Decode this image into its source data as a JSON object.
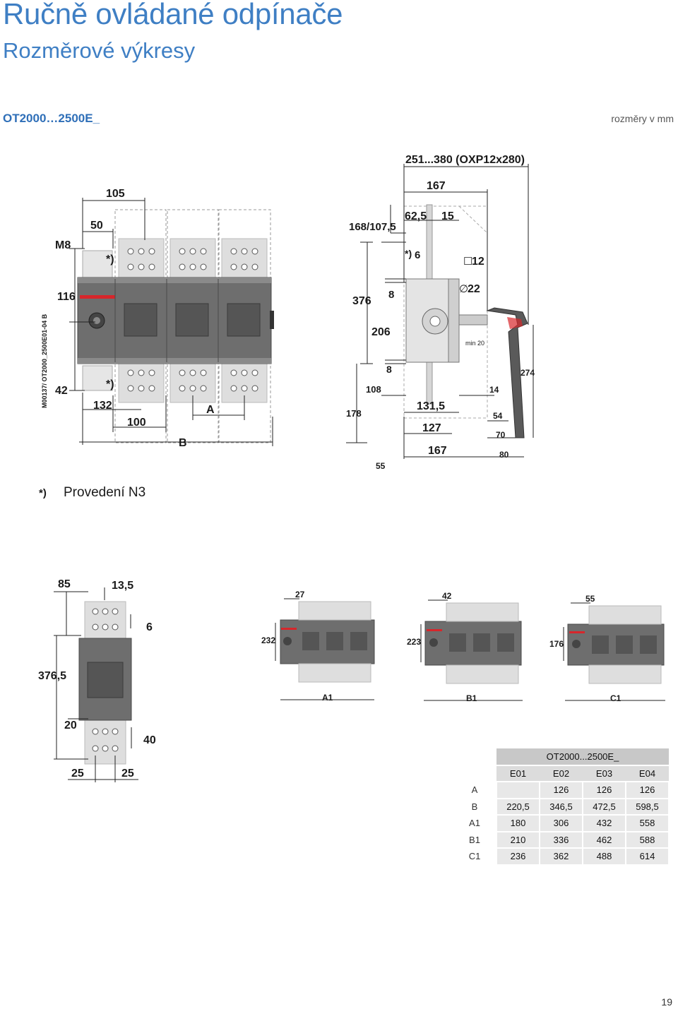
{
  "header": {
    "title": "Ručně ovládané odpínače",
    "subtitle": "Rozměrové výkresy",
    "model": "OT2000…2500E_",
    "units": "rozměry v mm"
  },
  "front_view": {
    "dims": [
      "105",
      "50",
      "M8",
      "116",
      "42",
      "132",
      "100",
      "A",
      "B"
    ],
    "note_marker": "*)",
    "side_code": "M00137/ OT2000_2500E01-04 B"
  },
  "side_view": {
    "dims": [
      "251...380 (OXP12x280)",
      "167",
      "168/107,5",
      "62,5",
      "15",
      "6",
      "12",
      "376",
      "8",
      "22",
      "206",
      "min 20",
      "8",
      "274",
      "108",
      "14",
      "178",
      "131,5",
      "54",
      "127",
      "70",
      "167",
      "80",
      "55"
    ],
    "note_marker": "*)",
    "symbol_square": "☐",
    "symbol_diameter": "∅"
  },
  "footnote": {
    "marker": "*)",
    "text": "Provedení N3"
  },
  "single_pole_view": {
    "dims": [
      "85",
      "13,5",
      "6",
      "376,5",
      "20",
      "40",
      "25",
      "25"
    ]
  },
  "small_views": [
    {
      "top": "27",
      "left": "232",
      "bottom": "A1"
    },
    {
      "top": "42",
      "left": "223",
      "bottom": "B1"
    },
    {
      "top": "55",
      "left": "176",
      "bottom": "C1"
    }
  ],
  "table": {
    "title": "OT2000...2500E_",
    "columns": [
      "E01",
      "E02",
      "E03",
      "E04"
    ],
    "rows": [
      {
        "label": "A",
        "values": [
          "",
          "126",
          "126",
          "126"
        ]
      },
      {
        "label": "B",
        "values": [
          "220,5",
          "346,5",
          "472,5",
          "598,5"
        ]
      },
      {
        "label": "A1",
        "values": [
          "180",
          "306",
          "432",
          "558"
        ]
      },
      {
        "label": "B1",
        "values": [
          "210",
          "336",
          "462",
          "588"
        ]
      },
      {
        "label": "C1",
        "values": [
          "236",
          "362",
          "488",
          "614"
        ]
      }
    ]
  },
  "page_number": "19",
  "colors": {
    "accent_blue": "#3f7fc4",
    "body_gray": "#6e6e6e",
    "terminal_gray": "#dedede",
    "abb_red": "#d7262b"
  }
}
